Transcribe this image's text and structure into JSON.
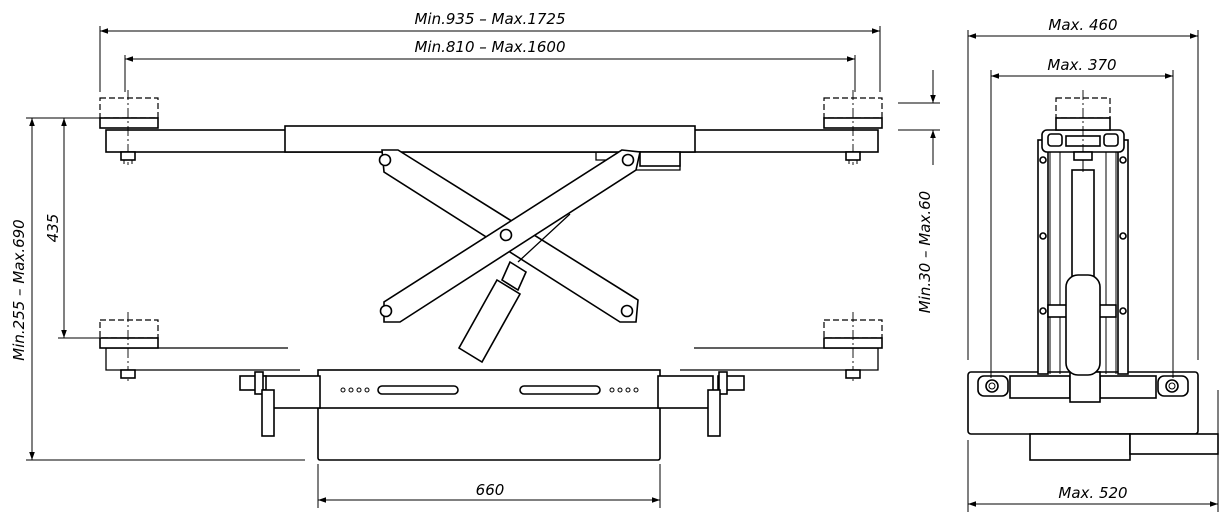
{
  "dimensions": {
    "overall_width": "Min.935  –  Max.1725",
    "inner_width": "Min.810  –  Max.1600",
    "base_length": "660",
    "pad_travel": "435",
    "total_height": "Min.255  –  Max.690",
    "pad_height": "Min.30  –  Max.60",
    "side_max_460": "Max.  460",
    "side_max_370": "Max.  370",
    "side_max_520": "Max.  520"
  }
}
